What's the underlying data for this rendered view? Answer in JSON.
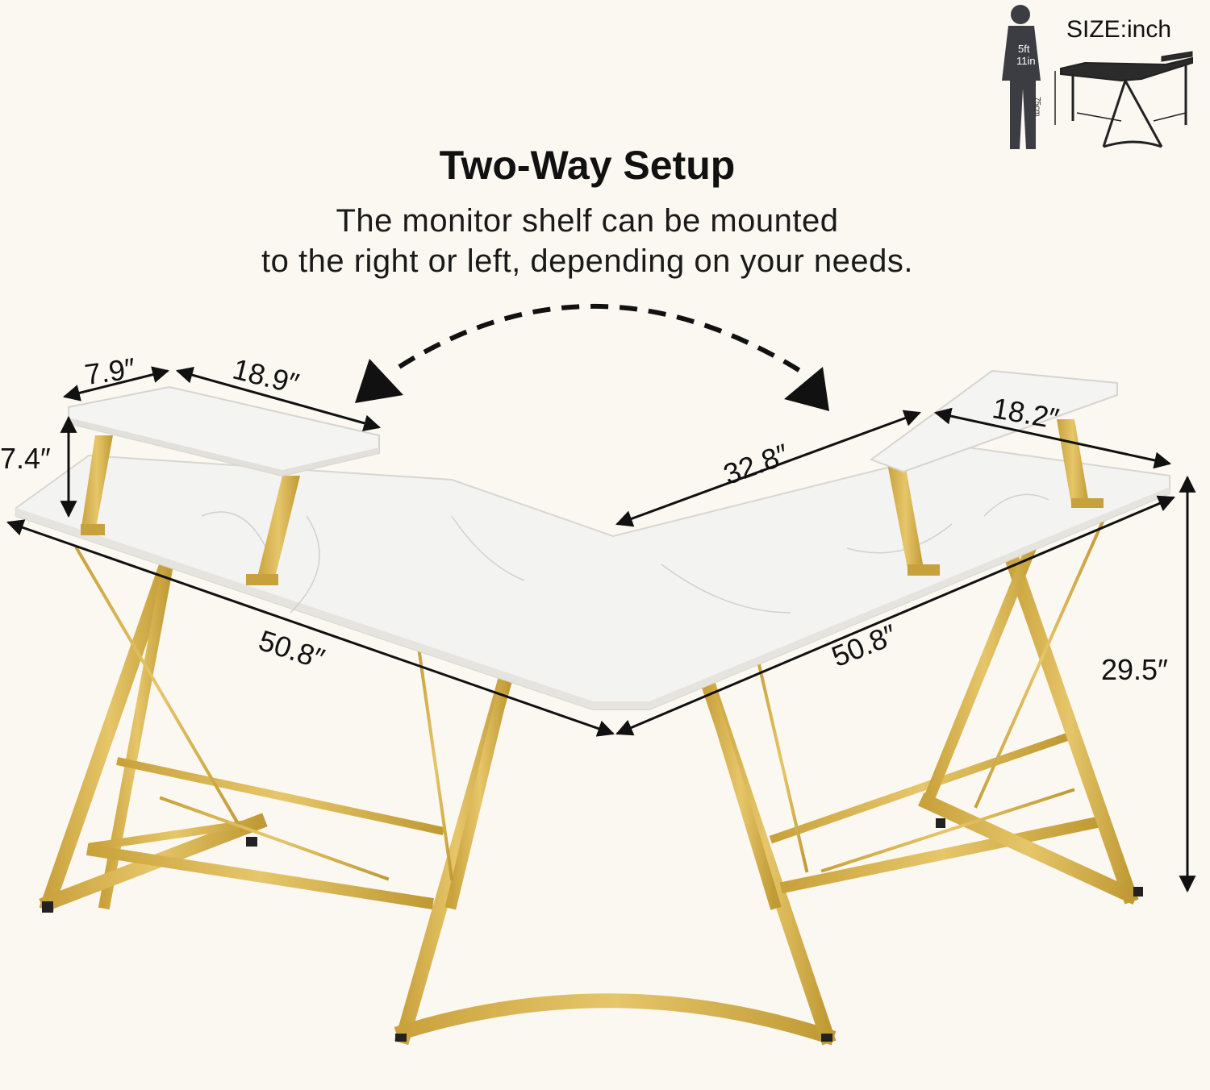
{
  "heading": {
    "title": "Two-Way Setup",
    "subtitle_line1": "The monitor shelf can be mounted",
    "subtitle_line2": "to the right or left, depending on your needs."
  },
  "size_legend": {
    "label": "SIZE:inch",
    "person_height_ft": "5ft",
    "person_height_in": "11in",
    "desk_height_cm": "75cm"
  },
  "dimensions": {
    "shelf_depth_left": "7.9″",
    "shelf_width_left": "18.9″",
    "shelf_height_left": "7.4″",
    "inner_depth": "32.8″",
    "shelf_width_right": "18.2″",
    "left_length": "50.8″",
    "right_length": "50.8″",
    "desk_height": "29.5″"
  },
  "colors": {
    "background": "#fbf8f2",
    "desktop": "#f4f4f2",
    "frame_gold": "#d4b24a",
    "frame_gold_dark": "#b8952e",
    "arrow": "#111111"
  },
  "icons": [
    "person-silhouette-icon",
    "desk-thumbnail-icon",
    "double-arrow-icon"
  ]
}
